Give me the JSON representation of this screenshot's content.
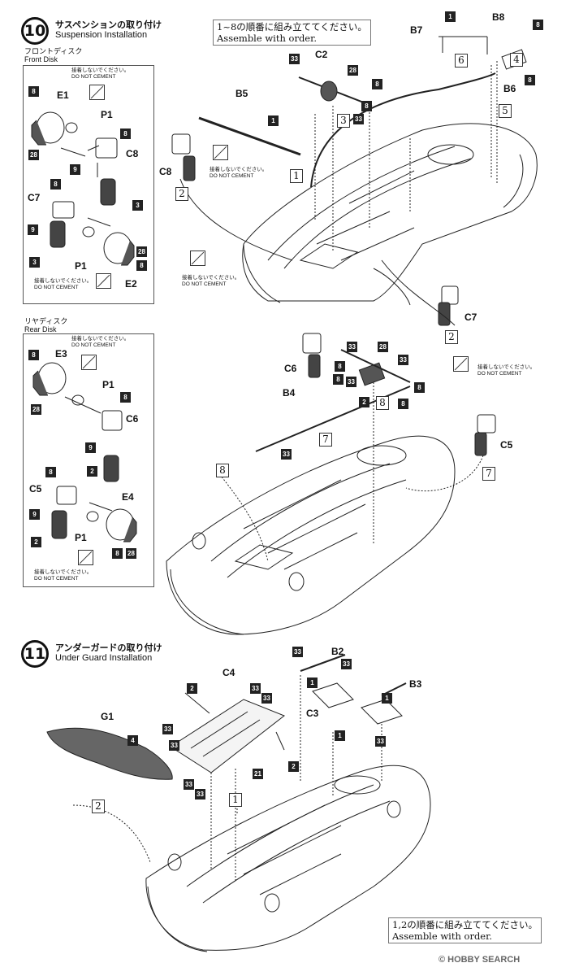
{
  "step10": {
    "number": "10",
    "title_jp": "サスペンションの取り付け",
    "title_en": "Suspension Installation",
    "note_jp": "1~8の順番に組み立ててください。",
    "note_en": "Assemble with order.",
    "front_disk": {
      "title_jp": "フロントディスク",
      "title_en": "Front Disk"
    },
    "rear_disk": {
      "title_jp": "リヤディスク",
      "title_en": "Rear Disk"
    },
    "do_not_cement_jp": "接着しないでください。",
    "do_not_cement_en": "DO NOT CEMENT"
  },
  "step11": {
    "number": "11",
    "title_jp": "アンダーガードの取り付け",
    "title_en": "Under Guard Installation",
    "note_jp": "1,2の順番に組み立ててください。",
    "note_en": "Assemble with order."
  },
  "labels": {
    "E1": "E1",
    "P1": "P1",
    "C8": "C8",
    "C7": "C7",
    "E2": "E2",
    "E3": "E3",
    "C6": "C6",
    "C5": "C5",
    "E4": "E4",
    "C2": "C2",
    "B5": "B5",
    "B7": "B7",
    "B8": "B8",
    "B6": "B6",
    "B4": "B4",
    "B2": "B2",
    "B3": "B3",
    "C3": "C3",
    "C4": "C4",
    "G1": "G1"
  },
  "badges": {
    "b8": "8",
    "b28": "28",
    "b9": "9",
    "b3": "3",
    "b2": "2",
    "b1": "1",
    "b33": "33",
    "b4": "4",
    "b21": "21"
  },
  "order_steps": [
    "1",
    "2",
    "3",
    "4",
    "5",
    "6",
    "7",
    "8"
  ],
  "watermark": "HOBBY SEARCH",
  "watermark_copyright": "©"
}
